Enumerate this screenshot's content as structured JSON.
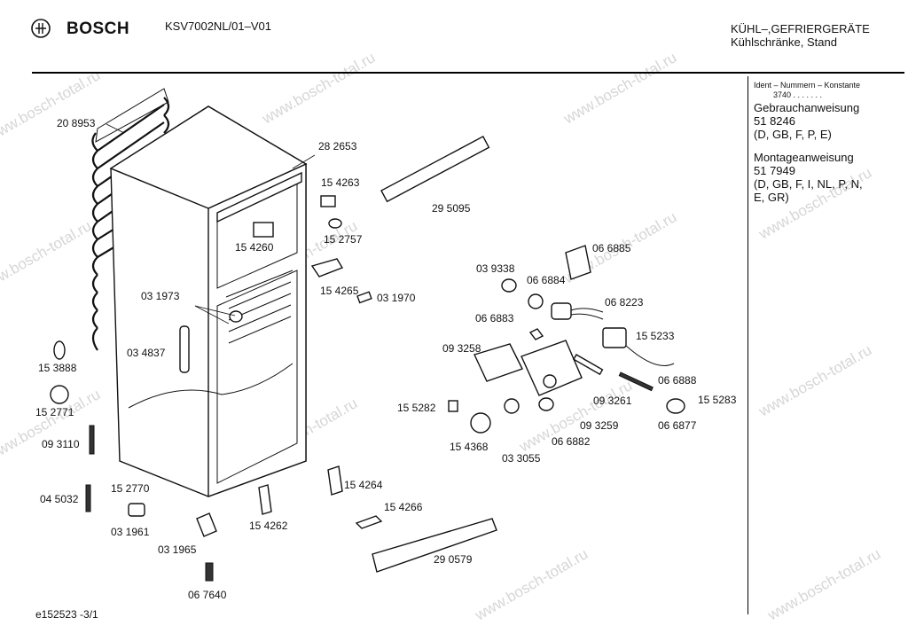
{
  "header": {
    "brand": "BOSCH",
    "model": "KSV7002NL/01–V01",
    "category_line1": "KÜHL–,GEFRIERGERÄTE",
    "category_line2": "Kühlschränke, Stand"
  },
  "side_panel": {
    "ident_label": "Ident – Nummern – Konstante",
    "ident_value": "3740 . . . . . . .",
    "manual_title": "Gebrauchanweisung",
    "manual_number": "51 8246",
    "manual_langs": "(D, GB, F, P, E)",
    "install_title": "Montageanweisung",
    "install_number": "51 7949",
    "install_langs_1": "(D, GB, F, I, NL, P, N,",
    "install_langs_2": "E, GR)"
  },
  "watermark": "www.bosch-total.ru",
  "footer": "e152523   -3/1",
  "parts": [
    {
      "label": "20 8953"
    },
    {
      "label": "28 2653"
    },
    {
      "label": "15 4263"
    },
    {
      "label": "29 5095"
    },
    {
      "label": "15 4260"
    },
    {
      "label": "15 2757"
    },
    {
      "label": "06 6885"
    },
    {
      "label": "03 9338"
    },
    {
      "label": "06 6884"
    },
    {
      "label": "15 4265"
    },
    {
      "label": "03 1970"
    },
    {
      "label": "03 1973"
    },
    {
      "label": "06 8223"
    },
    {
      "label": "06 6883"
    },
    {
      "label": "15 5233"
    },
    {
      "label": "03 4837"
    },
    {
      "label": "09 3258"
    },
    {
      "label": "15 3888"
    },
    {
      "label": "06 6888"
    },
    {
      "label": "09 3261"
    },
    {
      "label": "15 5283"
    },
    {
      "label": "15 2771"
    },
    {
      "label": "15 5282"
    },
    {
      "label": "09 3259"
    },
    {
      "label": "06 6877"
    },
    {
      "label": "09 3110"
    },
    {
      "label": "06 6882"
    },
    {
      "label": "15 4368"
    },
    {
      "label": "03 3055"
    },
    {
      "label": "15 4264"
    },
    {
      "label": "15 2770"
    },
    {
      "label": "04 5032"
    },
    {
      "label": "15 4266"
    },
    {
      "label": "15 4262"
    },
    {
      "label": "03 1961"
    },
    {
      "label": "03 1965"
    },
    {
      "label": "29 0579"
    },
    {
      "label": "06 7640"
    }
  ]
}
